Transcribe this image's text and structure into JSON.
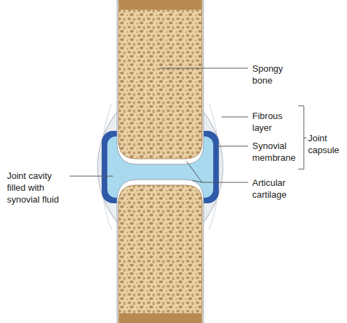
{
  "diagram": {
    "labels": [
      "Spongy bone",
      "Fibrous layer",
      "Synovial membrane",
      "Joint capsule",
      "Articular cartilage",
      "Joint cavity filled with synovial fluid"
    ]
  }
}
